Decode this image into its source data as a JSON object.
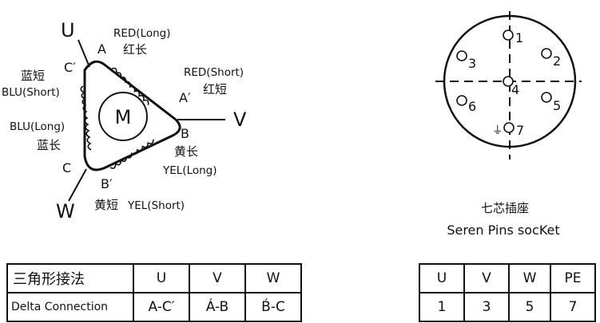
{
  "motor": {
    "symbol": "M",
    "terminals": {
      "U": "U",
      "V": "V",
      "W": "W"
    },
    "nodes": {
      "A": "A",
      "A_prime": "A′",
      "B": "B",
      "B_prime": "B′",
      "C": "C",
      "C_prime": "C′"
    },
    "wires": {
      "red_long_en": "RED(Long)",
      "red_long_cn": "红长",
      "red_short_en": "RED(Short)",
      "red_short_cn": "红短",
      "blu_short_cn": "蓝短",
      "blu_short_en": "BLU(Short)",
      "blu_long_en": "BLU(Long)",
      "blu_long_cn": "蓝长",
      "yel_long_cn": "黄长",
      "yel_long_en": "YEL(Long)",
      "yel_short_cn": "黄短",
      "yel_short_en": "YEL(Short)"
    }
  },
  "socket": {
    "pins": [
      "1",
      "2",
      "3",
      "4",
      "5",
      "6",
      "7"
    ],
    "ground_symbol": "⏚",
    "caption_cn": "七芯插座",
    "caption_en": "Seren Pins socKet"
  },
  "delta_table": {
    "header_cn": "三角形接法",
    "header_en": "Delta Connection",
    "columns": [
      "U",
      "V",
      "W"
    ],
    "values": [
      "A-C′",
      "Á-B",
      "B́-C"
    ]
  },
  "pin_table": {
    "columns": [
      "U",
      "V",
      "W",
      "PE"
    ],
    "values": [
      "1",
      "3",
      "5",
      "7"
    ]
  }
}
